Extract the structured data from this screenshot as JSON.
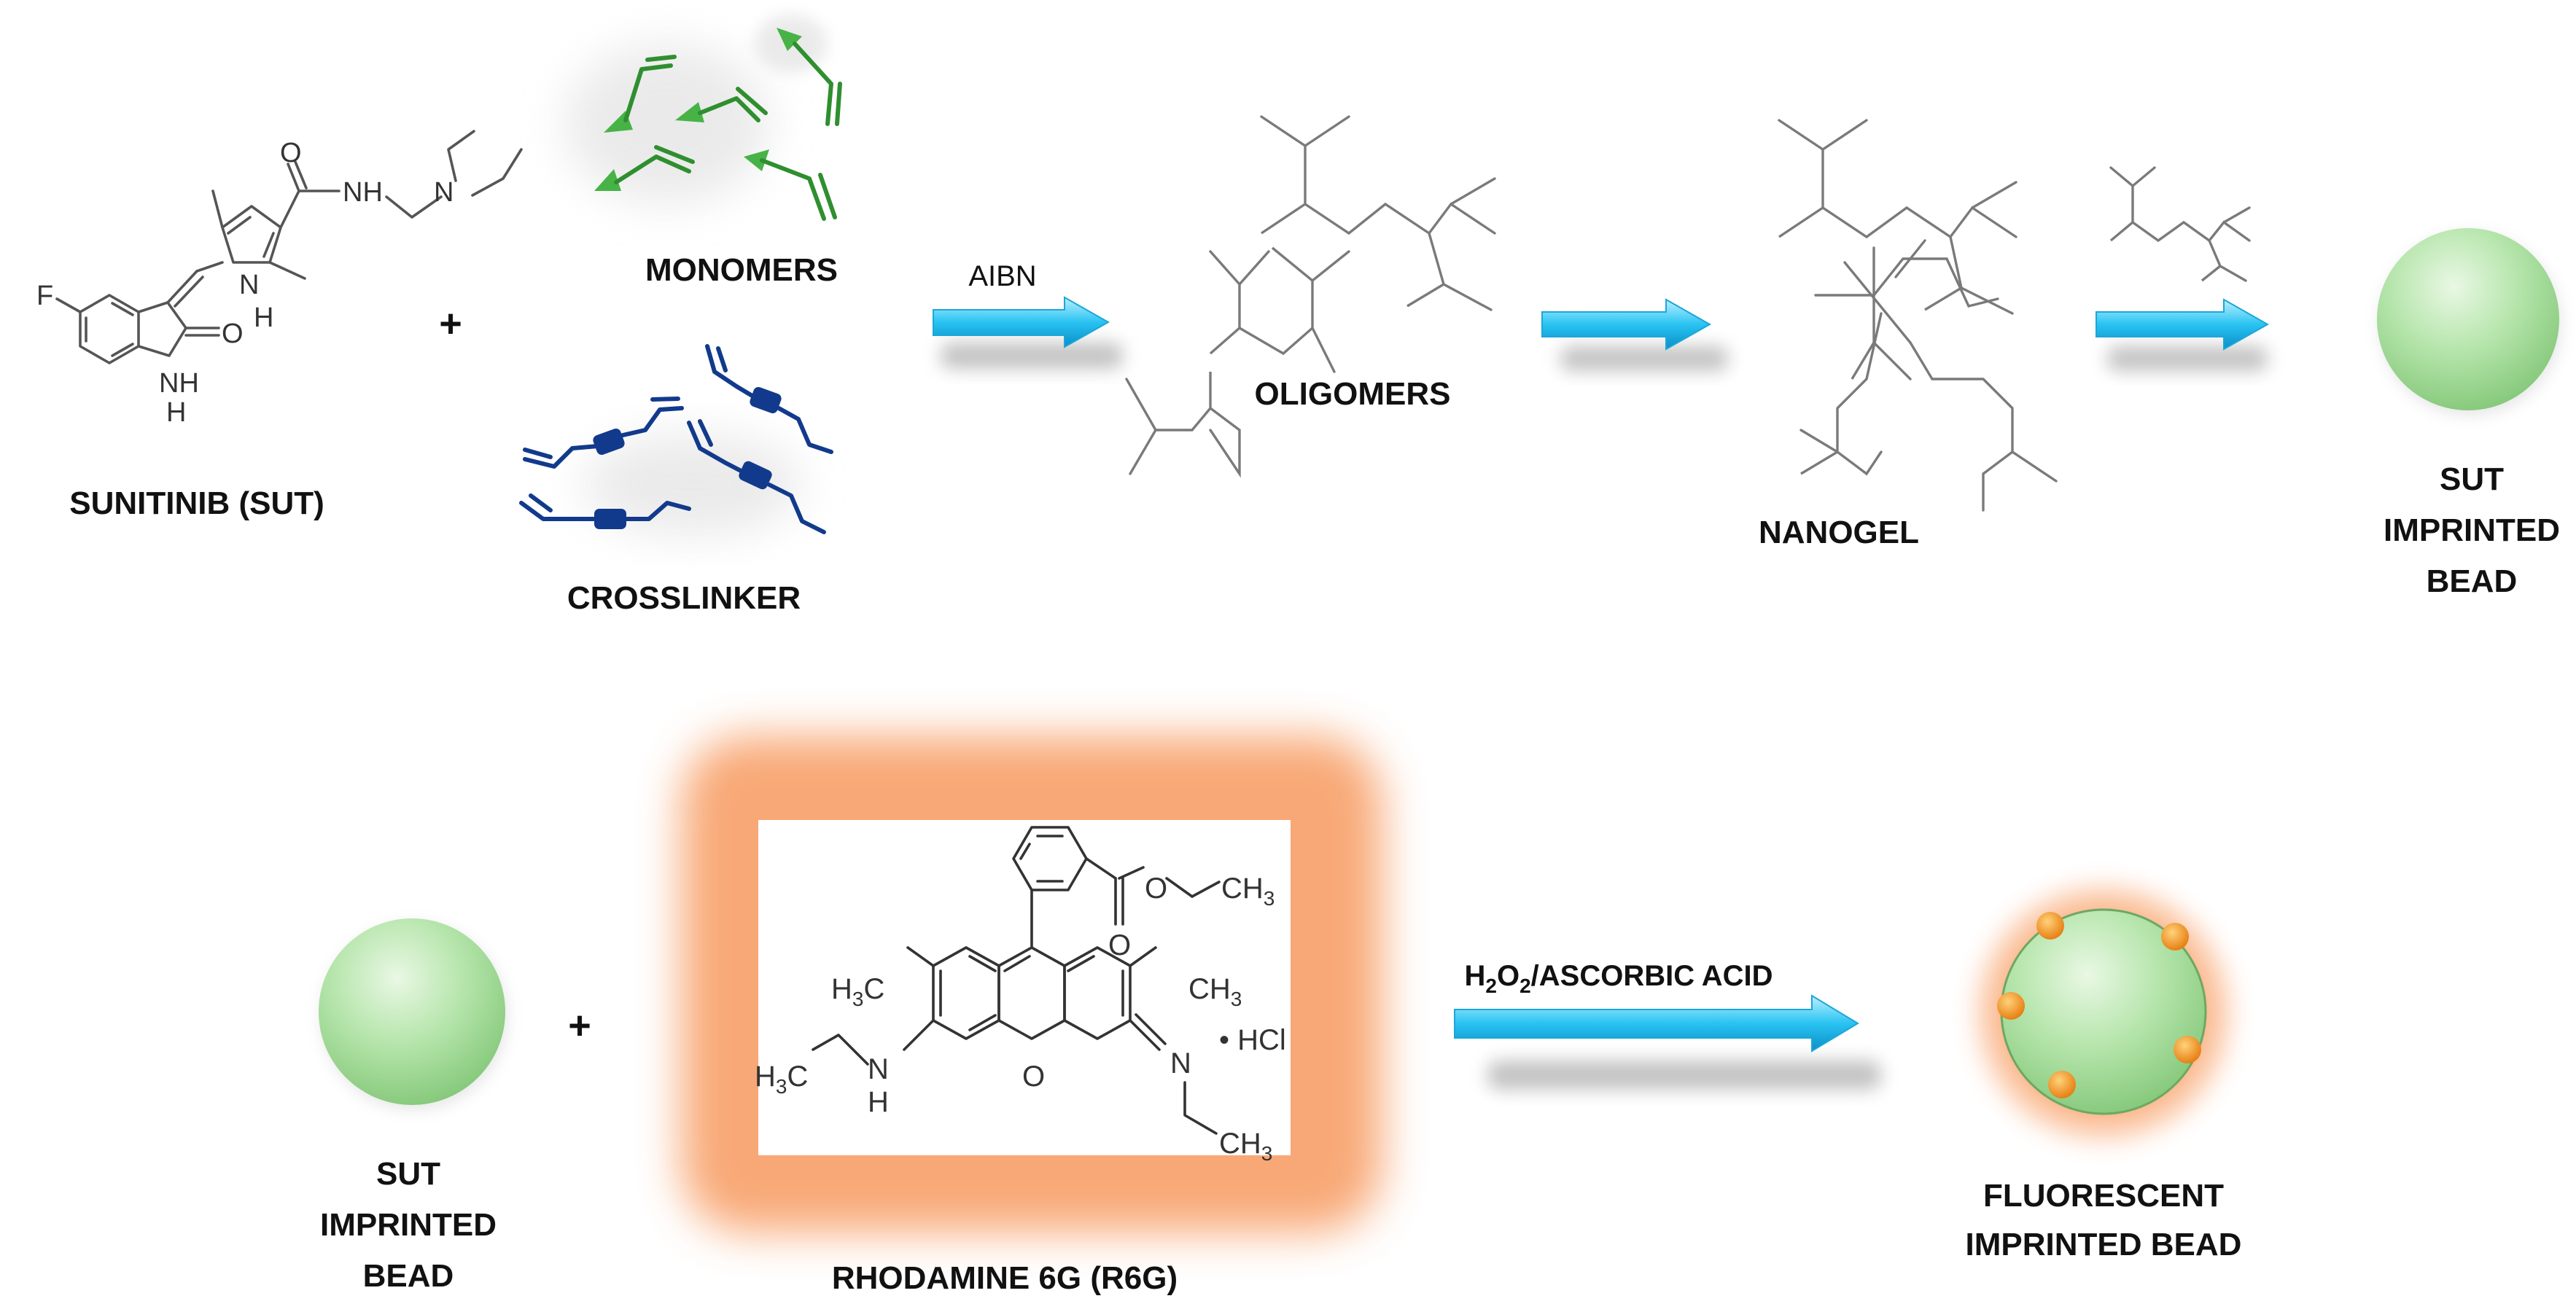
{
  "colors": {
    "arrow": "#29c3f2",
    "bead": "#a9dfa0",
    "monomer": "#2f8f2f",
    "crosslinker": "#123a8c",
    "glow": "#f7a36b",
    "dot": "#f39b1f"
  },
  "top": {
    "sunitinib_label": "SUNITINIB (SUT)",
    "plus": "+",
    "monomers_label": "MONOMERS",
    "crosslinker_label": "CROSSLINKER",
    "initiator_label": "AIBN",
    "oligomers_label": "OLIGOMERS",
    "nanogel_label": "NANOGEL",
    "bead_label": [
      "SUT",
      "IMPRINTED",
      "BEAD"
    ]
  },
  "bottom": {
    "bead_label": [
      "SUT",
      "IMPRINTED",
      "BEAD"
    ],
    "plus": "+",
    "rhodamine_label": "RHODAMINE 6G (R6G)",
    "reagent_main": "H",
    "reagent_sub1": "2",
    "reagent_mid": "O",
    "reagent_sub2": "2",
    "reagent_rest": "/ASCORBIC ACID",
    "product_label": [
      "FLUORESCENT",
      "IMPRINTED BEAD"
    ]
  },
  "sunitinib_atoms": {
    "F": "F",
    "O_amide": "O",
    "NH_amide": "NH",
    "N_amine": "N",
    "N_pyrrole": "N",
    "H_pyrrole": "H",
    "O_lactam": "O",
    "NH_lactam": "NH",
    "H_lactam": "H"
  },
  "rhodamine_atoms": {
    "O_carbonyl": "O",
    "O_ester": "O",
    "CH3_ester": "CH",
    "sub3": "3",
    "H3C_left": "H",
    "C_left": "C",
    "CH3_right": "CH",
    "O_ring": "O",
    "H3C_amine": "H",
    "C_amine": "C",
    "N_amine": "N",
    "H_amine": "H",
    "N_imine": "N",
    "CH3_imine": "CH",
    "salt": "• HCl"
  }
}
